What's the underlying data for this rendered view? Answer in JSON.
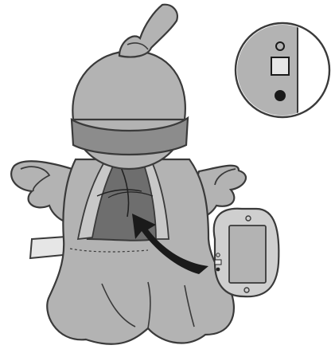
{
  "illustration": {
    "subject": "plush-doll-back-view",
    "parts": [
      "hat",
      "head",
      "arms",
      "body-opening",
      "legs",
      "tag",
      "battery-box",
      "switch-detail"
    ],
    "icons": {
      "arrow": "insert-arrow-icon",
      "switch": "power-switch-icon",
      "battery": "battery-compartment-icon"
    },
    "colors": {
      "fill": "#b3b3b3",
      "fill_dark": "#8c8c8c",
      "fill_light": "#e6e6e6",
      "outline": "#3a3a3a",
      "arrow": "#1a1a1a",
      "background": "#ffffff"
    }
  }
}
